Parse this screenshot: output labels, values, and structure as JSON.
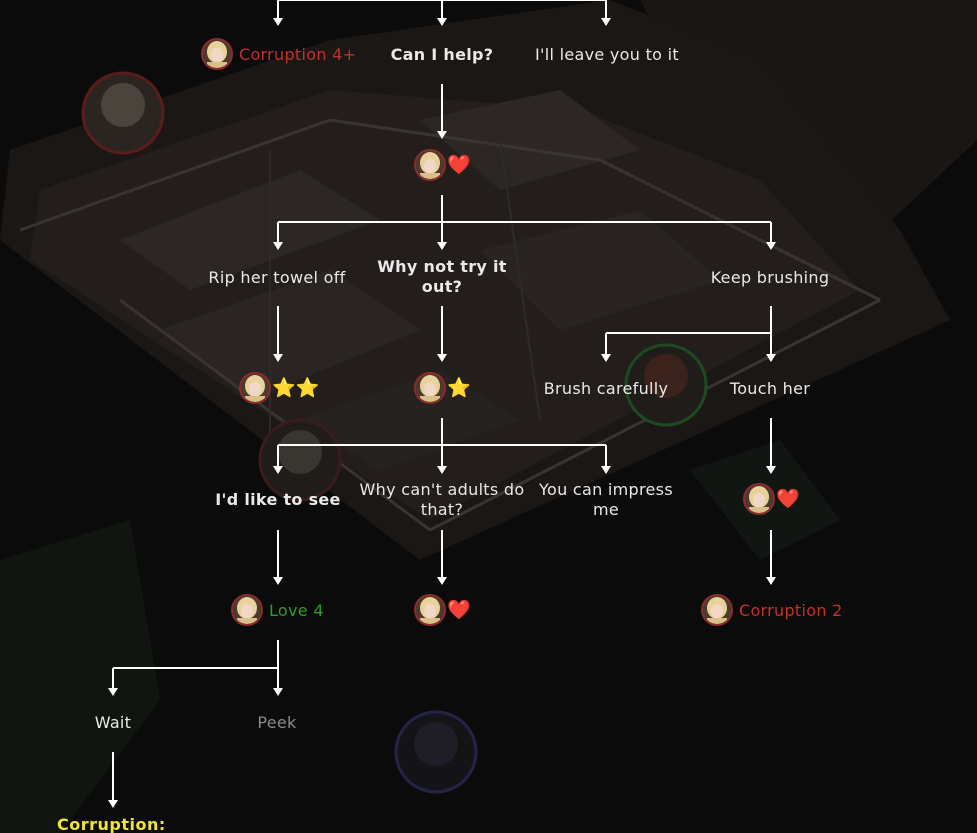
{
  "options": {
    "can_i_help": "Can I help?",
    "leave_you": "I'll leave you to it",
    "rip_towel": "Rip her towel off",
    "why_not_try": "Why not try it out?",
    "keep_brushing": "Keep brushing",
    "brush_carefully": "Brush carefully",
    "touch_her": "Touch her",
    "like_to_see": "I'd like to see",
    "why_cant_adults": "Why can't adults do that?",
    "you_can_impress": "You can impress me",
    "wait": "Wait",
    "peek": "Peek"
  },
  "results": {
    "corruption_4": "Corruption 4+",
    "heart_1": "❤️",
    "stars_2": "⭐⭐",
    "star_1": "⭐",
    "heart_2": "❤️",
    "love_4": "Love 4",
    "heart_3": "❤️",
    "corruption_2": "Corruption 2"
  },
  "footer": {
    "corruption_label": "Corruption:"
  },
  "colors": {
    "background": "#0c0b0b",
    "connector": "#ffffff",
    "corruption": "#c4312b",
    "love": "#2f9a2f",
    "heart": "#e21c1c",
    "star": "#f5d800",
    "label_yellow": "#f2e338",
    "disabled_option": "#8a8a8a"
  },
  "icons": {
    "avatar": "blonde-girl-portrait",
    "heart": "heart-icon",
    "star": "star-icon"
  }
}
